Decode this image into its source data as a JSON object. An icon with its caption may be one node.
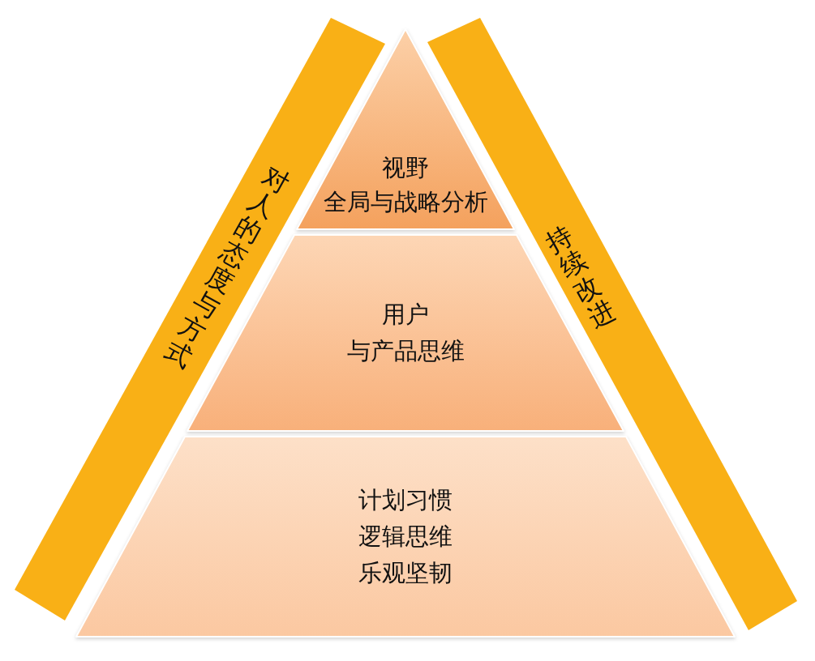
{
  "diagram": {
    "nodes": [
      {
        "text": [
          "对人的态度与方式"
        ]
      },
      {
        "text": [
          "视野",
          "全局与战略分析"
        ]
      },
      {
        "text": [
          "用户",
          "与产品思维"
        ]
      },
      {
        "text": [
          "计划习惯",
          "逻辑思维",
          "乐观坚韧"
        ]
      },
      {
        "text": [
          "持续改进"
        ]
      }
    ]
  }
}
